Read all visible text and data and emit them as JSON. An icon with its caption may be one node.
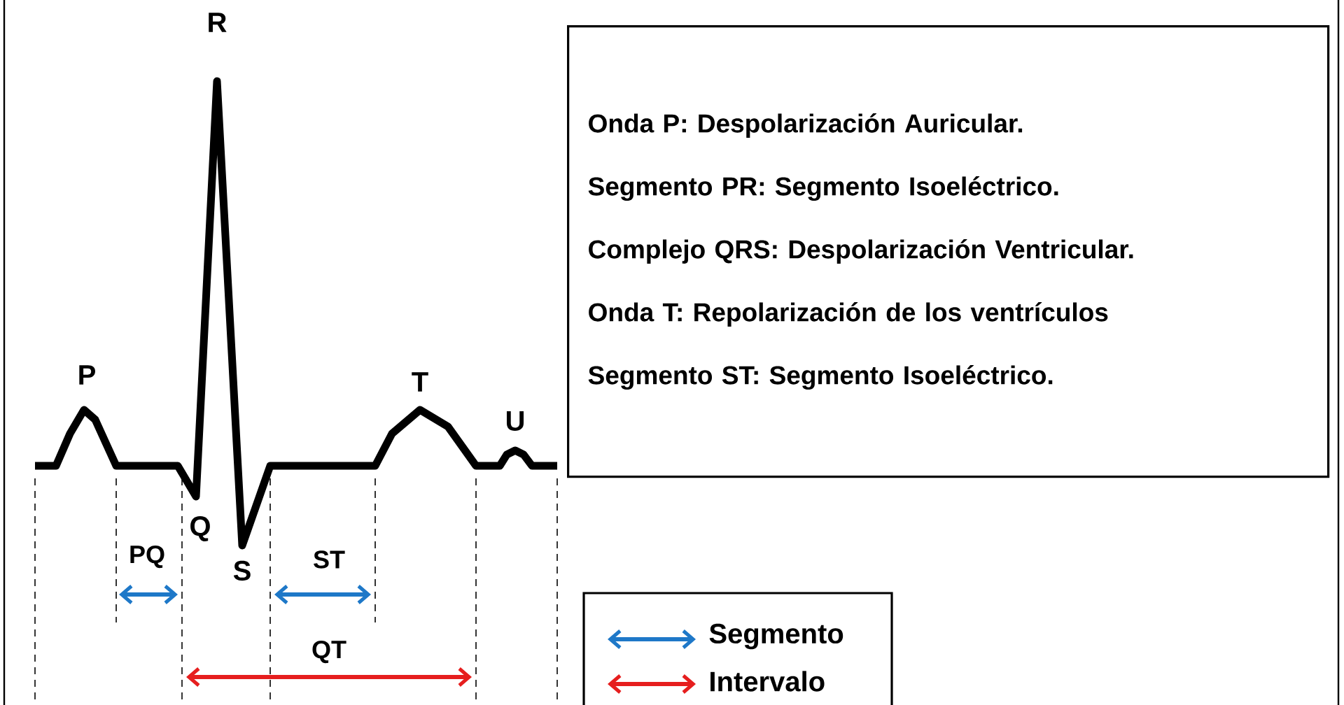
{
  "diagram": {
    "nodes": [
      {
        "text": [
          "Onda P: Despolarización Auricular.",
          "Segmento PR: Segmento Isoeléctrico.",
          "Complejo QRS: Despolarización Ventricular.",
          "Onda T: Repolarización de los ventrículos",
          "Segmento ST: Segmento Isoeléctrico."
        ]
      }
    ],
    "edges": [],
    "labels": [
      "R",
      "P",
      "T",
      "U",
      "Q",
      "PQ",
      "S",
      "ST",
      "QT"
    ],
    "legend": [
      {
        "text": "Segmento"
      },
      {
        "text": "Intervalo"
      }
    ]
  }
}
